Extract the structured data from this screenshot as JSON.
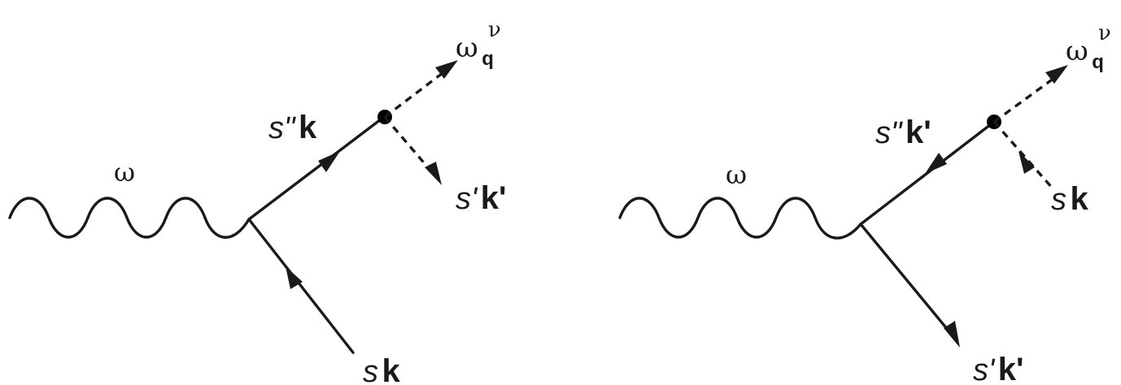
{
  "diagrams": [
    {
      "photon_label": "ω",
      "phonon_label": {
        "base": "ω",
        "sub": "q",
        "sup": "ν"
      },
      "intermediate_label": {
        "band": "s\"",
        "momentum": "k"
      },
      "incoming_label": {
        "band": "s",
        "momentum": "k"
      },
      "scattered_label": {
        "band": "s'",
        "momentum": "k'"
      }
    },
    {
      "photon_label": "ω",
      "phonon_label": {
        "base": "ω",
        "sub": "q",
        "sup": "ν"
      },
      "intermediate_label": {
        "band": "s\"",
        "momentum": "k'"
      },
      "incoming_label": {
        "band": "s",
        "momentum": "k"
      },
      "scattered_label": {
        "band": "s'",
        "momentum": "k'"
      }
    }
  ]
}
